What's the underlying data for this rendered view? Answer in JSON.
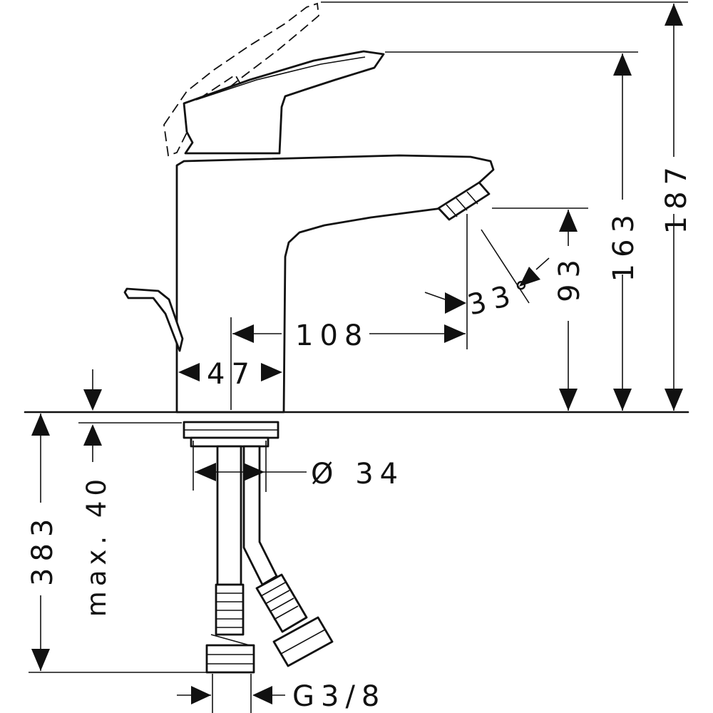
{
  "dimensions": {
    "total_height": "187",
    "lever_height": "163",
    "spout_clearance": "93",
    "spout_angle": "33°",
    "spout_reach": "108",
    "body_width": "47",
    "max_deck_thickness": "max. 40",
    "hole_diameter": "Ø 34",
    "hose_length": "383",
    "connection": "G3/8"
  },
  "colors": {
    "line": "#111111",
    "background": "#ffffff"
  }
}
